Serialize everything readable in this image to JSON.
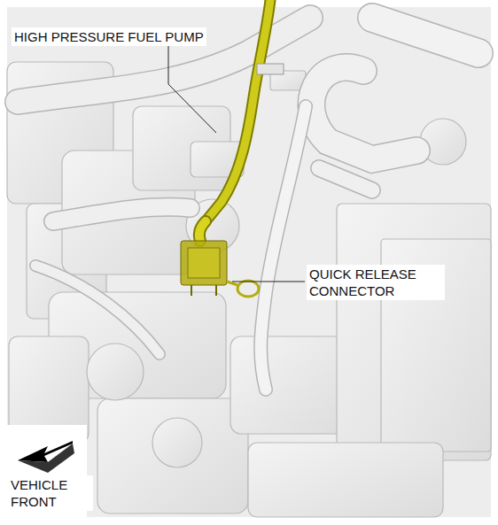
{
  "diagram": {
    "labels": [
      "HIGH PRESSURE FUEL PUMP",
      "QUICK RELEASE CONNECTOR",
      "VEHICLE FRONT"
    ]
  }
}
